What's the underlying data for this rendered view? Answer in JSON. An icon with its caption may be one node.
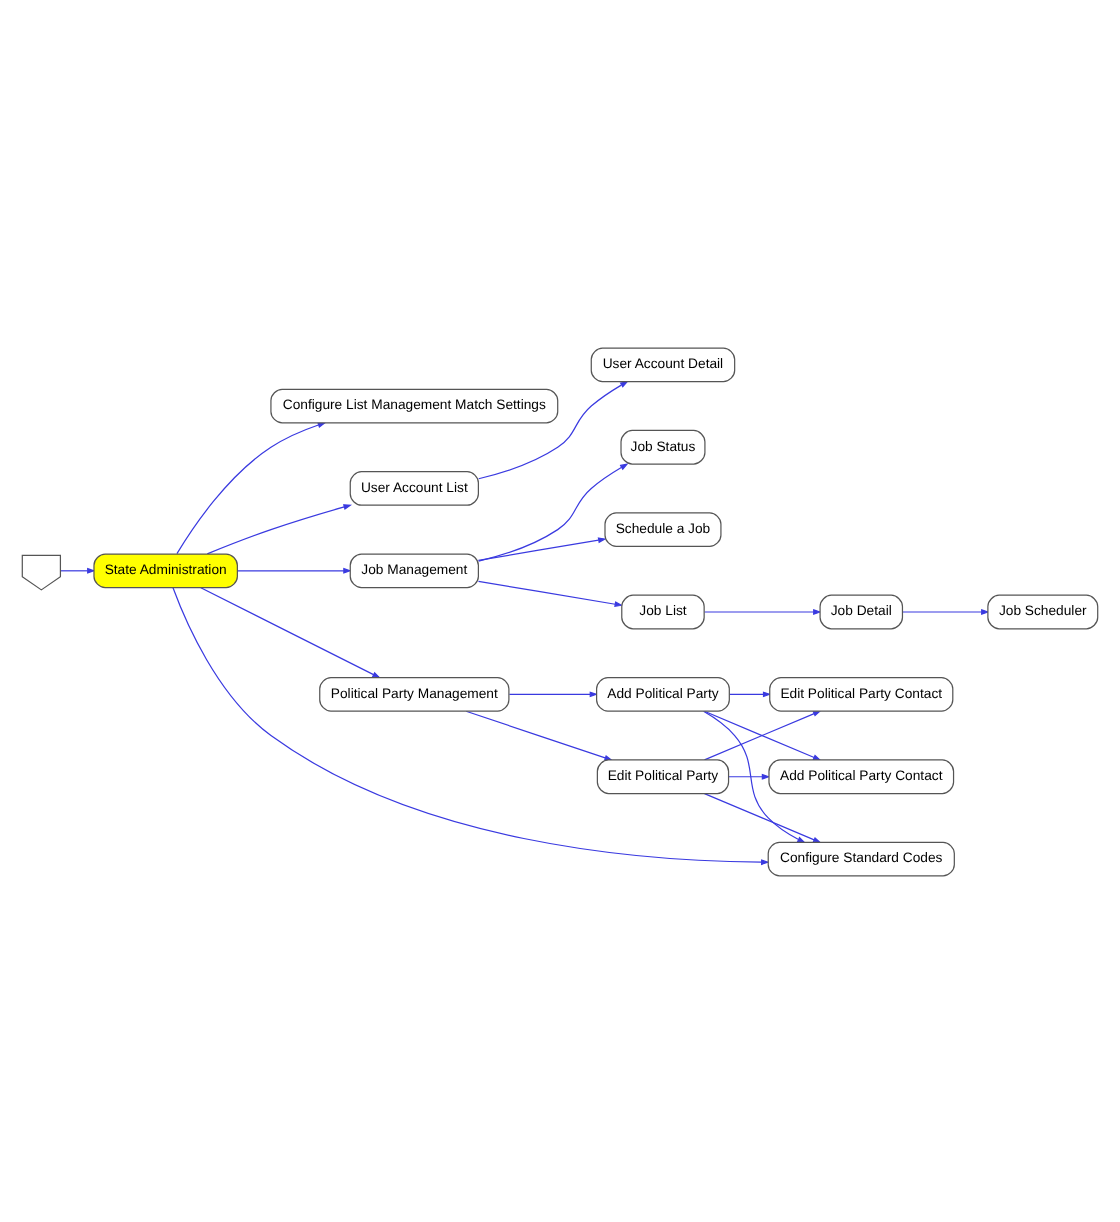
{
  "diagram": {
    "nodes": [
      {
        "text": [],
        "shape": "pentagon"
      },
      {
        "text": [
          "State Administration"
        ]
      },
      {
        "text": [
          "Configure List Management Match Settings"
        ]
      },
      {
        "text": [
          "User Account List"
        ]
      },
      {
        "text": [
          "User Account Detail"
        ]
      },
      {
        "text": [
          "Job Management"
        ]
      },
      {
        "text": [
          "Job Status"
        ]
      },
      {
        "text": [
          "Schedule a Job"
        ]
      },
      {
        "text": [
          "Job List"
        ]
      },
      {
        "text": [
          "Job Detail"
        ]
      },
      {
        "text": [
          "Job Scheduler"
        ]
      },
      {
        "text": [
          "Political Party Management"
        ]
      },
      {
        "text": [
          "Add Political Party"
        ]
      },
      {
        "text": [
          "Edit Political Party"
        ]
      },
      {
        "text": [
          "Edit Political Party Contact"
        ]
      },
      {
        "text": [
          "Add Political Party Contact"
        ]
      },
      {
        "text": [
          "Configure Standard Codes"
        ]
      }
    ],
    "edges": [
      {
        "from": 0,
        "to": 1,
        "arrow": "to"
      },
      {
        "from": 1,
        "to": 2,
        "arrow": "to"
      },
      {
        "from": 1,
        "to": 3,
        "arrow": "to"
      },
      {
        "from": 3,
        "to": 4,
        "arrow": "to"
      },
      {
        "from": 1,
        "to": 5,
        "arrow": "to"
      },
      {
        "from": 5,
        "to": 6,
        "arrow": "to"
      },
      {
        "from": 5,
        "to": 7,
        "arrow": "to"
      },
      {
        "from": 5,
        "to": 8,
        "arrow": "to"
      },
      {
        "from": 8,
        "to": 9,
        "arrow": "to"
      },
      {
        "from": 9,
        "to": 10,
        "arrow": "to"
      },
      {
        "from": 1,
        "to": 11,
        "arrow": "to"
      },
      {
        "from": 11,
        "to": 12,
        "arrow": "to"
      },
      {
        "from": 11,
        "to": 13,
        "arrow": "to"
      },
      {
        "from": 12,
        "to": 14,
        "arrow": "to"
      },
      {
        "from": 12,
        "to": 15,
        "arrow": "to"
      },
      {
        "from": 12,
        "to": 16,
        "arrow": "to"
      },
      {
        "from": 13,
        "to": 14,
        "arrow": "to"
      },
      {
        "from": 13,
        "to": 15,
        "arrow": "to"
      },
      {
        "from": 13,
        "to": 16,
        "arrow": "to"
      },
      {
        "from": 1,
        "to": 16,
        "arrow": "to"
      }
    ]
  }
}
